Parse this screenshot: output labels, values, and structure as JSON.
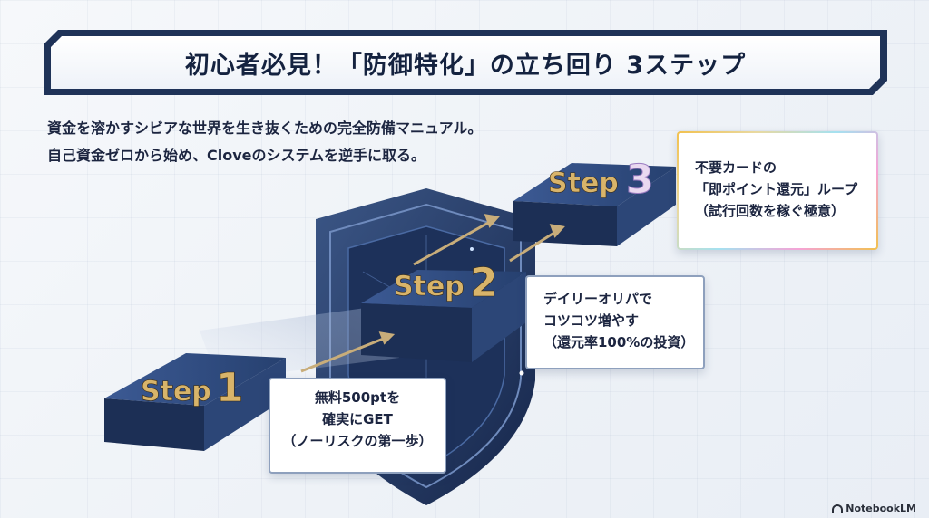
{
  "title": "初心者必見！「防御特化」の立ち回り 3ステップ",
  "intro": {
    "line1": "資金を溶かすシビアな世界を生き抜くための完全防備マニュアル。",
    "line2": "自己資金ゼロから始め、Cloveのシステムを逆手に取る。"
  },
  "steps": [
    {
      "word": "Step",
      "number": "1",
      "card": [
        "無料500ptを",
        "確実にGET",
        "（ノーリスクの第一歩）"
      ]
    },
    {
      "word": "Step",
      "number": "2",
      "card": [
        "デイリーオリパで",
        "コツコツ増やす",
        "（還元率100%の投資）"
      ]
    },
    {
      "word": "Step",
      "number": "3",
      "card": [
        "不要カードの",
        "「即ポイント還元」ループ",
        "（試行回数を稼ぐ極意）"
      ]
    }
  ],
  "branding": {
    "label": "NotebookLM"
  },
  "colors": {
    "navy": "#1f3358",
    "gold": "#d8b46a",
    "shield": "#243a63",
    "text": "#1c2540"
  }
}
